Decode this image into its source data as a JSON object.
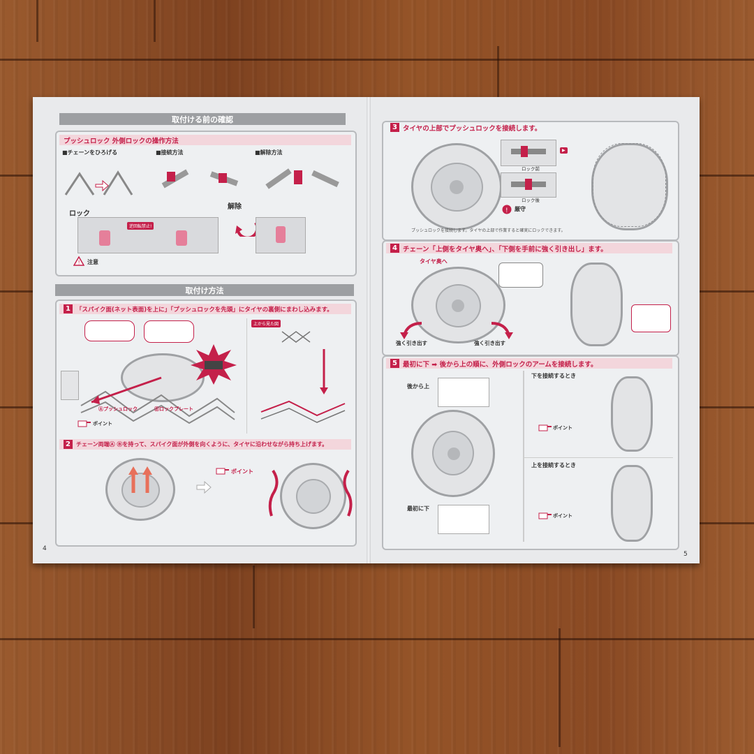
{
  "left_page": {
    "section1_title": "取付ける前の確認",
    "lock_box_title": "プッシュロック 外側ロックの操作方法",
    "chain_step": "■チェーンをひろげる",
    "connect_step": "■接続方法",
    "release_step": "■解除方法",
    "lock_label": "ロック",
    "release_label": "解除",
    "caution_label": "注意",
    "reverse_label": "逆回転禁止!",
    "section2_title": "取付け方法",
    "step1_num": "1",
    "step1_text": "「スパイク面(ネット表面)を上に」「プッシュロックを先頭」にタイヤの裏側にまわし込みます。",
    "top_view_label": "上から見た図",
    "push_lock_label": "Ⓐプッシュロック",
    "lock_plate_label": "Ⓑロックプレート",
    "point_label": "ポイント",
    "step2_num": "2",
    "step2_text": "チェーン両端Ⓐ Ⓑを持って、スパイク面が外側を向くように、タイヤに沿わせながら持ち上げます。",
    "point2_label": "ポイント",
    "page_number": "4"
  },
  "right_page": {
    "step3_num": "3",
    "step3_text": "タイヤの上部でプッシュロックを接続します。",
    "lock_front": "ロック前",
    "lock_after": "ロック後",
    "strict_label": "厳守",
    "step3_note": "プッシュロックを接続します。タイヤの上部で作業すると確実にロックできます。",
    "step4_num": "4",
    "step4_text": "チェーン「上側をタイヤ奥へ」、「下側を手前に強く引き出し」ます。",
    "tire_back": "タイヤ奥へ",
    "pull_left": "強く引き出す",
    "pull_right": "強く引き出す",
    "step5_num": "5",
    "step5_text": "最初に下 ➡ 後から上の順に、外側ロックのアームを接続します。",
    "after_up": "後から上",
    "first_down": "最初に下",
    "down_connect": "下を接続するとき",
    "up_connect": "上を接続するとき",
    "point_label": "ポイント",
    "page_number": "5"
  }
}
